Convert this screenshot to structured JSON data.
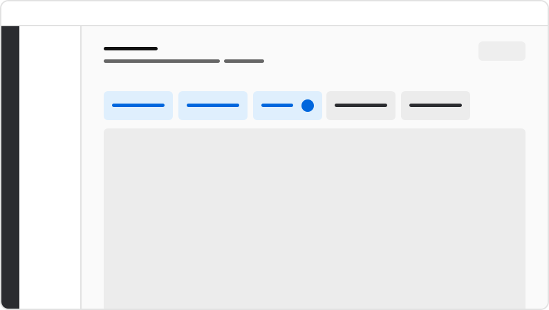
{
  "colors": {
    "accent": "#0066dd",
    "accent_bg": "#dfeffd",
    "rail": "#2b2c30",
    "neutral_bg": "#ececec",
    "title": "#111111",
    "subtitle": "#666666"
  },
  "tabs": [
    {
      "state": "active",
      "badge": false
    },
    {
      "state": "active",
      "badge": false
    },
    {
      "state": "active",
      "badge": true
    },
    {
      "state": "inactive",
      "badge": false
    },
    {
      "state": "inactive",
      "badge": false
    }
  ]
}
